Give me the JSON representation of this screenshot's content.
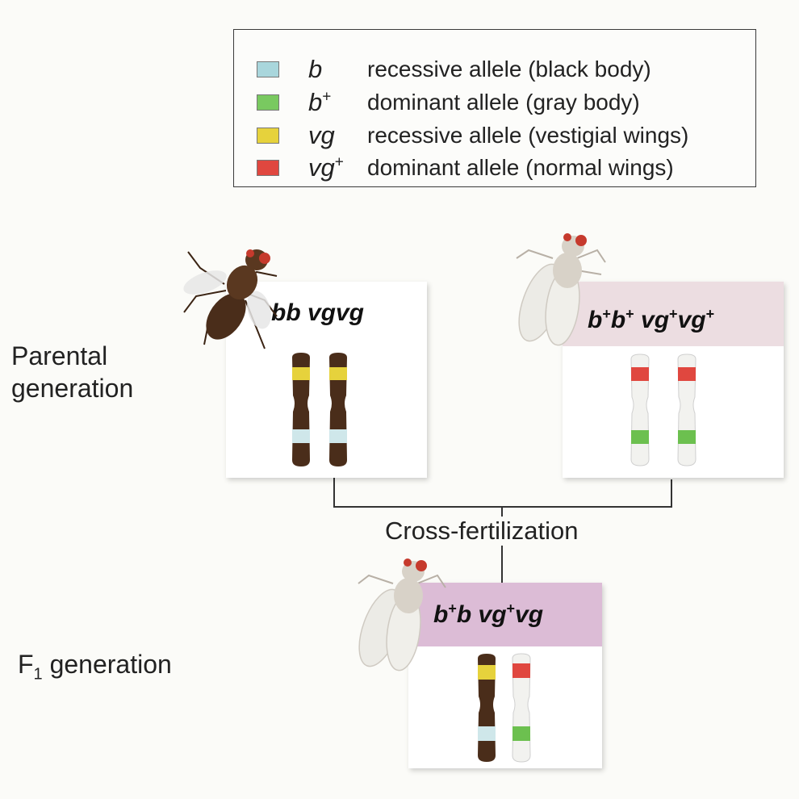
{
  "legend": {
    "items": [
      {
        "symbol": "b",
        "sup": "",
        "description": "recessive allele (black body)",
        "color": "#a9d6dc"
      },
      {
        "symbol": "b",
        "sup": "+",
        "description": "dominant allele (gray body)",
        "color": "#79c960"
      },
      {
        "symbol": "vg",
        "sup": "",
        "description": "recessive allele (vestigial wings)",
        "color": "#e6d23c"
      },
      {
        "symbol": "vg",
        "sup": "+",
        "description": "dominant allele (normal wings)",
        "color": "#e0473f"
      }
    ]
  },
  "labels": {
    "parental_line1": "Parental",
    "parental_line2": "generation",
    "f1_main": "F",
    "f1_sub": "1",
    "f1_rest": " generation",
    "cross": "Cross-fertilization"
  },
  "genotypes": {
    "parent_left": "bb vgvg",
    "parent_right": {
      "p1": "b",
      "s1": "+",
      "p2": "b",
      "s2": "+",
      "p3": " vg",
      "s3": "+",
      "p4": "vg",
      "s4": "+"
    },
    "f1": {
      "p1": "b",
      "s1": "+",
      "p2": "b vg",
      "s2": "+",
      "p3": "vg"
    }
  },
  "colors": {
    "dark_chromosome": "#4a2d1a",
    "light_chromosome": "#f2f2ef",
    "band_pink": "#ecdde1",
    "band_purple": "#dcbcd6"
  }
}
